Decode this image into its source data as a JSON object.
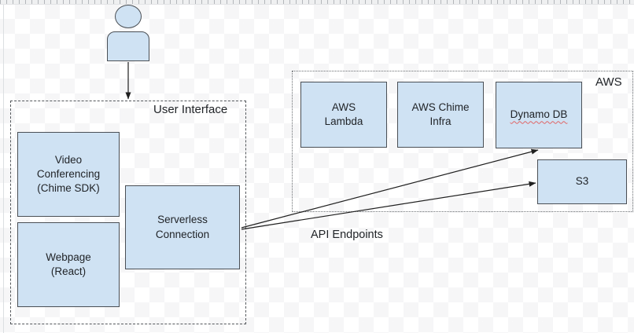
{
  "canvas": {
    "kind": "drawing-canvas-with-transparency-checker",
    "checker_light": "#ffffff",
    "checker_dark": "#f6f6f7",
    "node_fill": "#cfe2f3",
    "node_border": "#4a4f55",
    "arrow_color": "#1f1f1f",
    "spellcheck_underline_color": "#e06666"
  },
  "actor": {
    "icon": "person-icon"
  },
  "groups": {
    "user_interface": {
      "label": "User Interface"
    },
    "aws": {
      "label": "AWS"
    }
  },
  "nodes": {
    "video_conferencing": {
      "label": "Video\nConferencing\n(Chime SDK)"
    },
    "webpage": {
      "label": "Webpage\n(React)"
    },
    "serverless_connection": {
      "label": "Serverless\nConnection"
    },
    "aws_lambda": {
      "label": "AWS\nLambda"
    },
    "aws_chime_infra": {
      "label": "AWS Chime\nInfra"
    },
    "dynamo_db": {
      "label": "Dynamo DB",
      "spellcheck_underline": true
    },
    "s3": {
      "label": "S3"
    }
  },
  "annotations": {
    "api_endpoints": "API Endpoints"
  }
}
